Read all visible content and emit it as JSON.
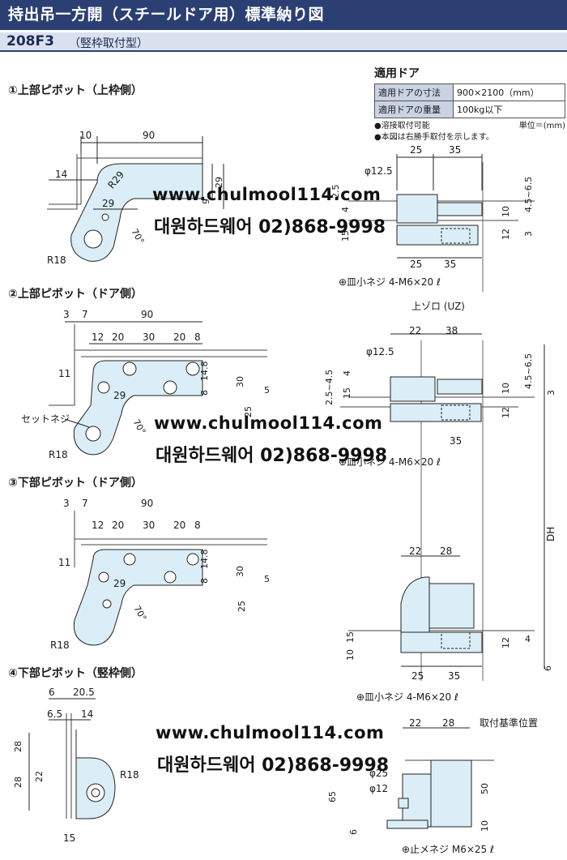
{
  "header": {
    "title": "持出吊一方開（スチールドア用）標準納り図",
    "model": "208F3",
    "type": "（竪枠取付型）"
  },
  "sections": {
    "s1": "①上部ピボット（上枠側）",
    "s2": "②上部ピボット（ドア側）",
    "s3": "③下部ピボット（ドア側）",
    "s4": "④下部ピボット（竪枠側）"
  },
  "spec": {
    "title": "適用ドア",
    "rows": [
      {
        "label": "適用ドアの寸法",
        "value": "900×2100（mm）"
      },
      {
        "label": "適用ドアの重量",
        "value": "100kg以下"
      }
    ],
    "note1": "●溶接取付可能",
    "unit": "単位＝(mm)",
    "note2": "●本図は右勝手取付を示します。"
  },
  "labels": {
    "uz": "上ゾロ (UZ)",
    "dh": "DH",
    "set_screw": "セットネジ",
    "screw_m6x20": "⊕皿小ネジ 4-M6×20 ℓ",
    "screw_m6x25": "⊕止メネジ M6×25 ℓ",
    "mount_ref": "取付基準位置"
  },
  "watermarks": {
    "url": "www.chulmool114.com",
    "phone": "대원하드웨어 02)868-9998"
  },
  "dims": {
    "d10": "10",
    "d90": "90",
    "d14": "14",
    "d29": "29",
    "dR29": "R29",
    "dR18": "R18",
    "d70": "70°",
    "d9": "9",
    "d25": "25",
    "d35": "35",
    "d12_5": "φ12.5",
    "d2_5": "2.5",
    "d4": "4",
    "d15": "15",
    "d4_5": "4.5~6.5",
    "d12": "12",
    "d3": "3",
    "d7": "7",
    "d20": "20",
    "d30": "30",
    "d8": "8",
    "d11": "11",
    "d14_8": "14.8",
    "d5": "5",
    "d22": "22",
    "d38": "38",
    "d2545": "2.5~4.5",
    "d28": "28",
    "d6": "6",
    "d20_5": "20.5",
    "d6_5": "6.5",
    "d50": "50",
    "d65": "65",
    "d25p": "φ25",
    "d12p": "φ12"
  }
}
